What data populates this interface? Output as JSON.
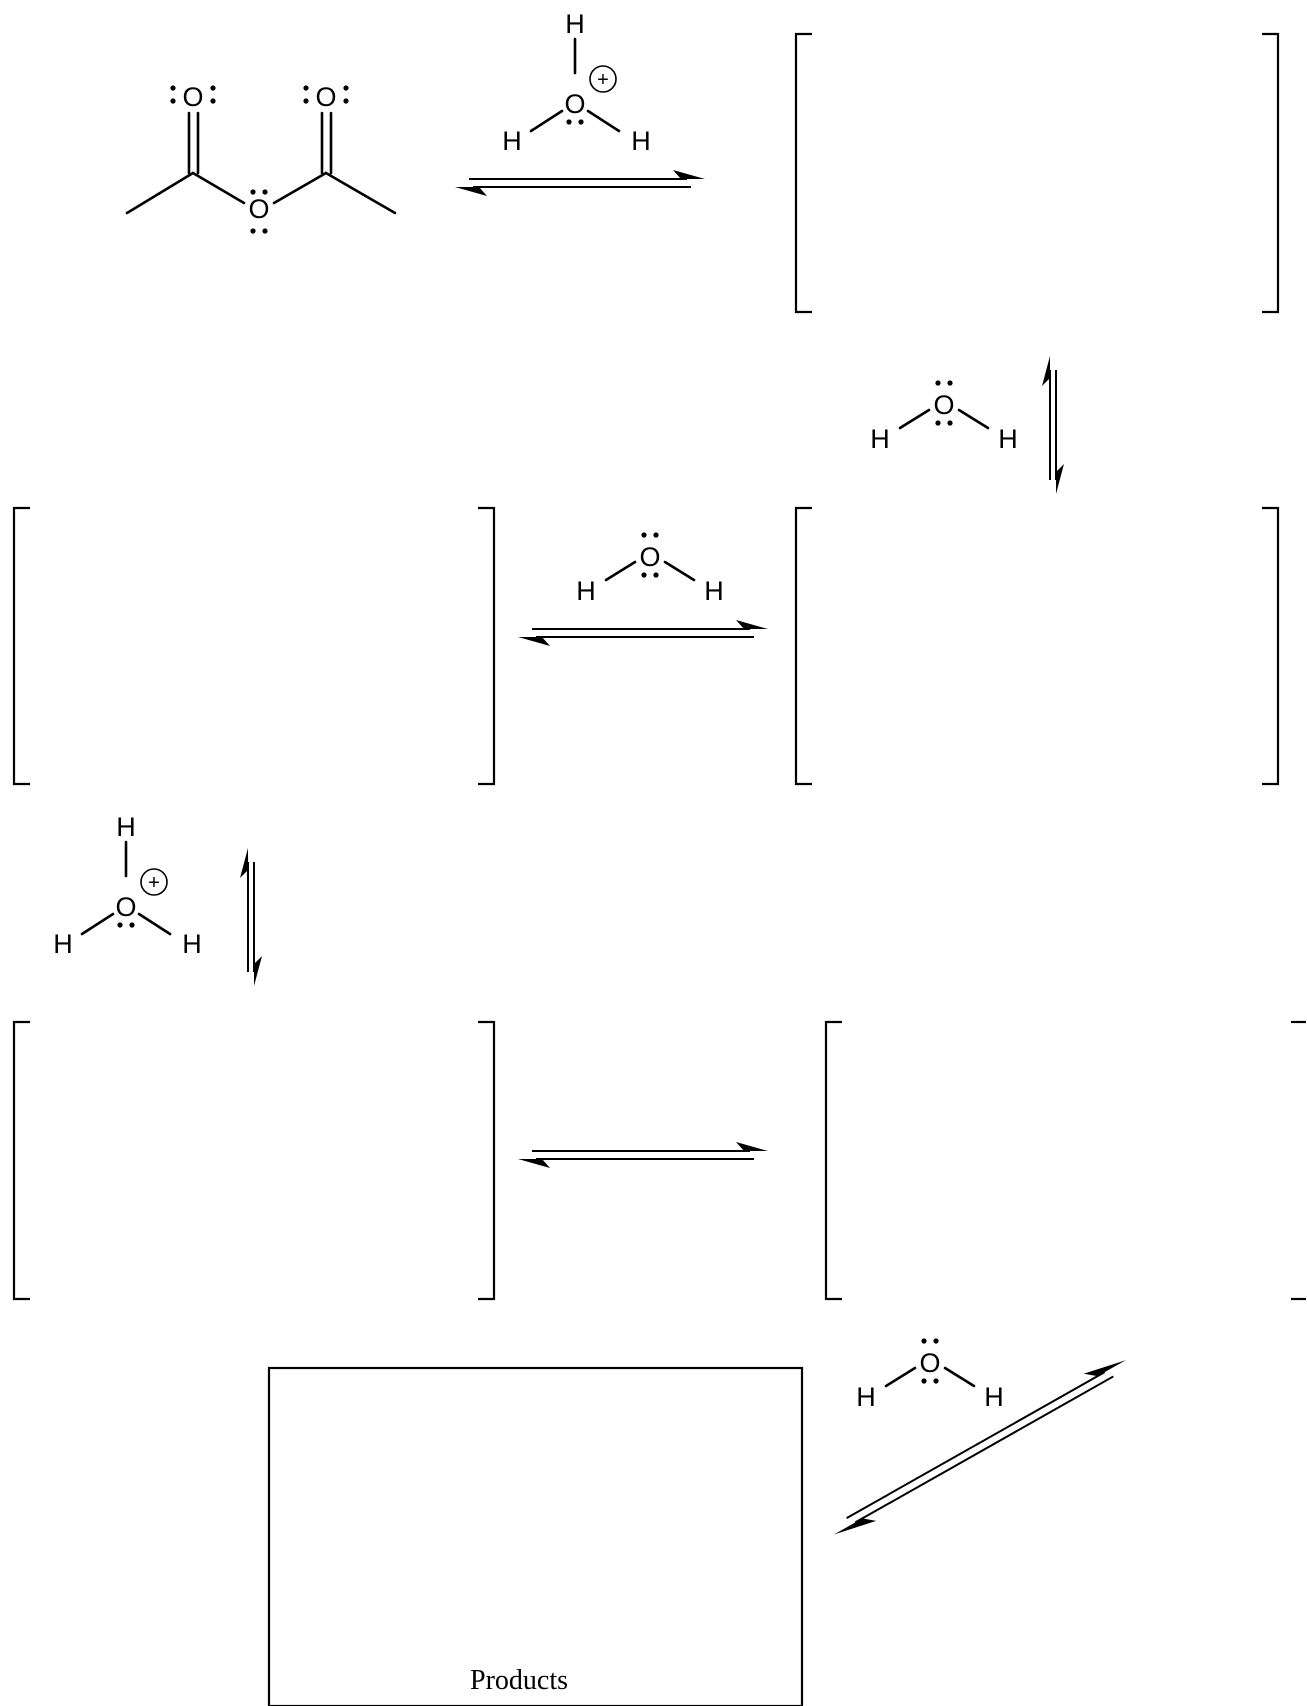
{
  "atoms": {
    "oxygen": "O",
    "hydrogen": "H"
  },
  "charges": {
    "plus": "+"
  },
  "molecules": {
    "starting_material": "acetic anhydride",
    "hydronium": "H3O+",
    "water": "H2O"
  },
  "products_box": {
    "label": "Products"
  },
  "colors": {
    "ink": "#000000",
    "background": "#ffffff"
  }
}
